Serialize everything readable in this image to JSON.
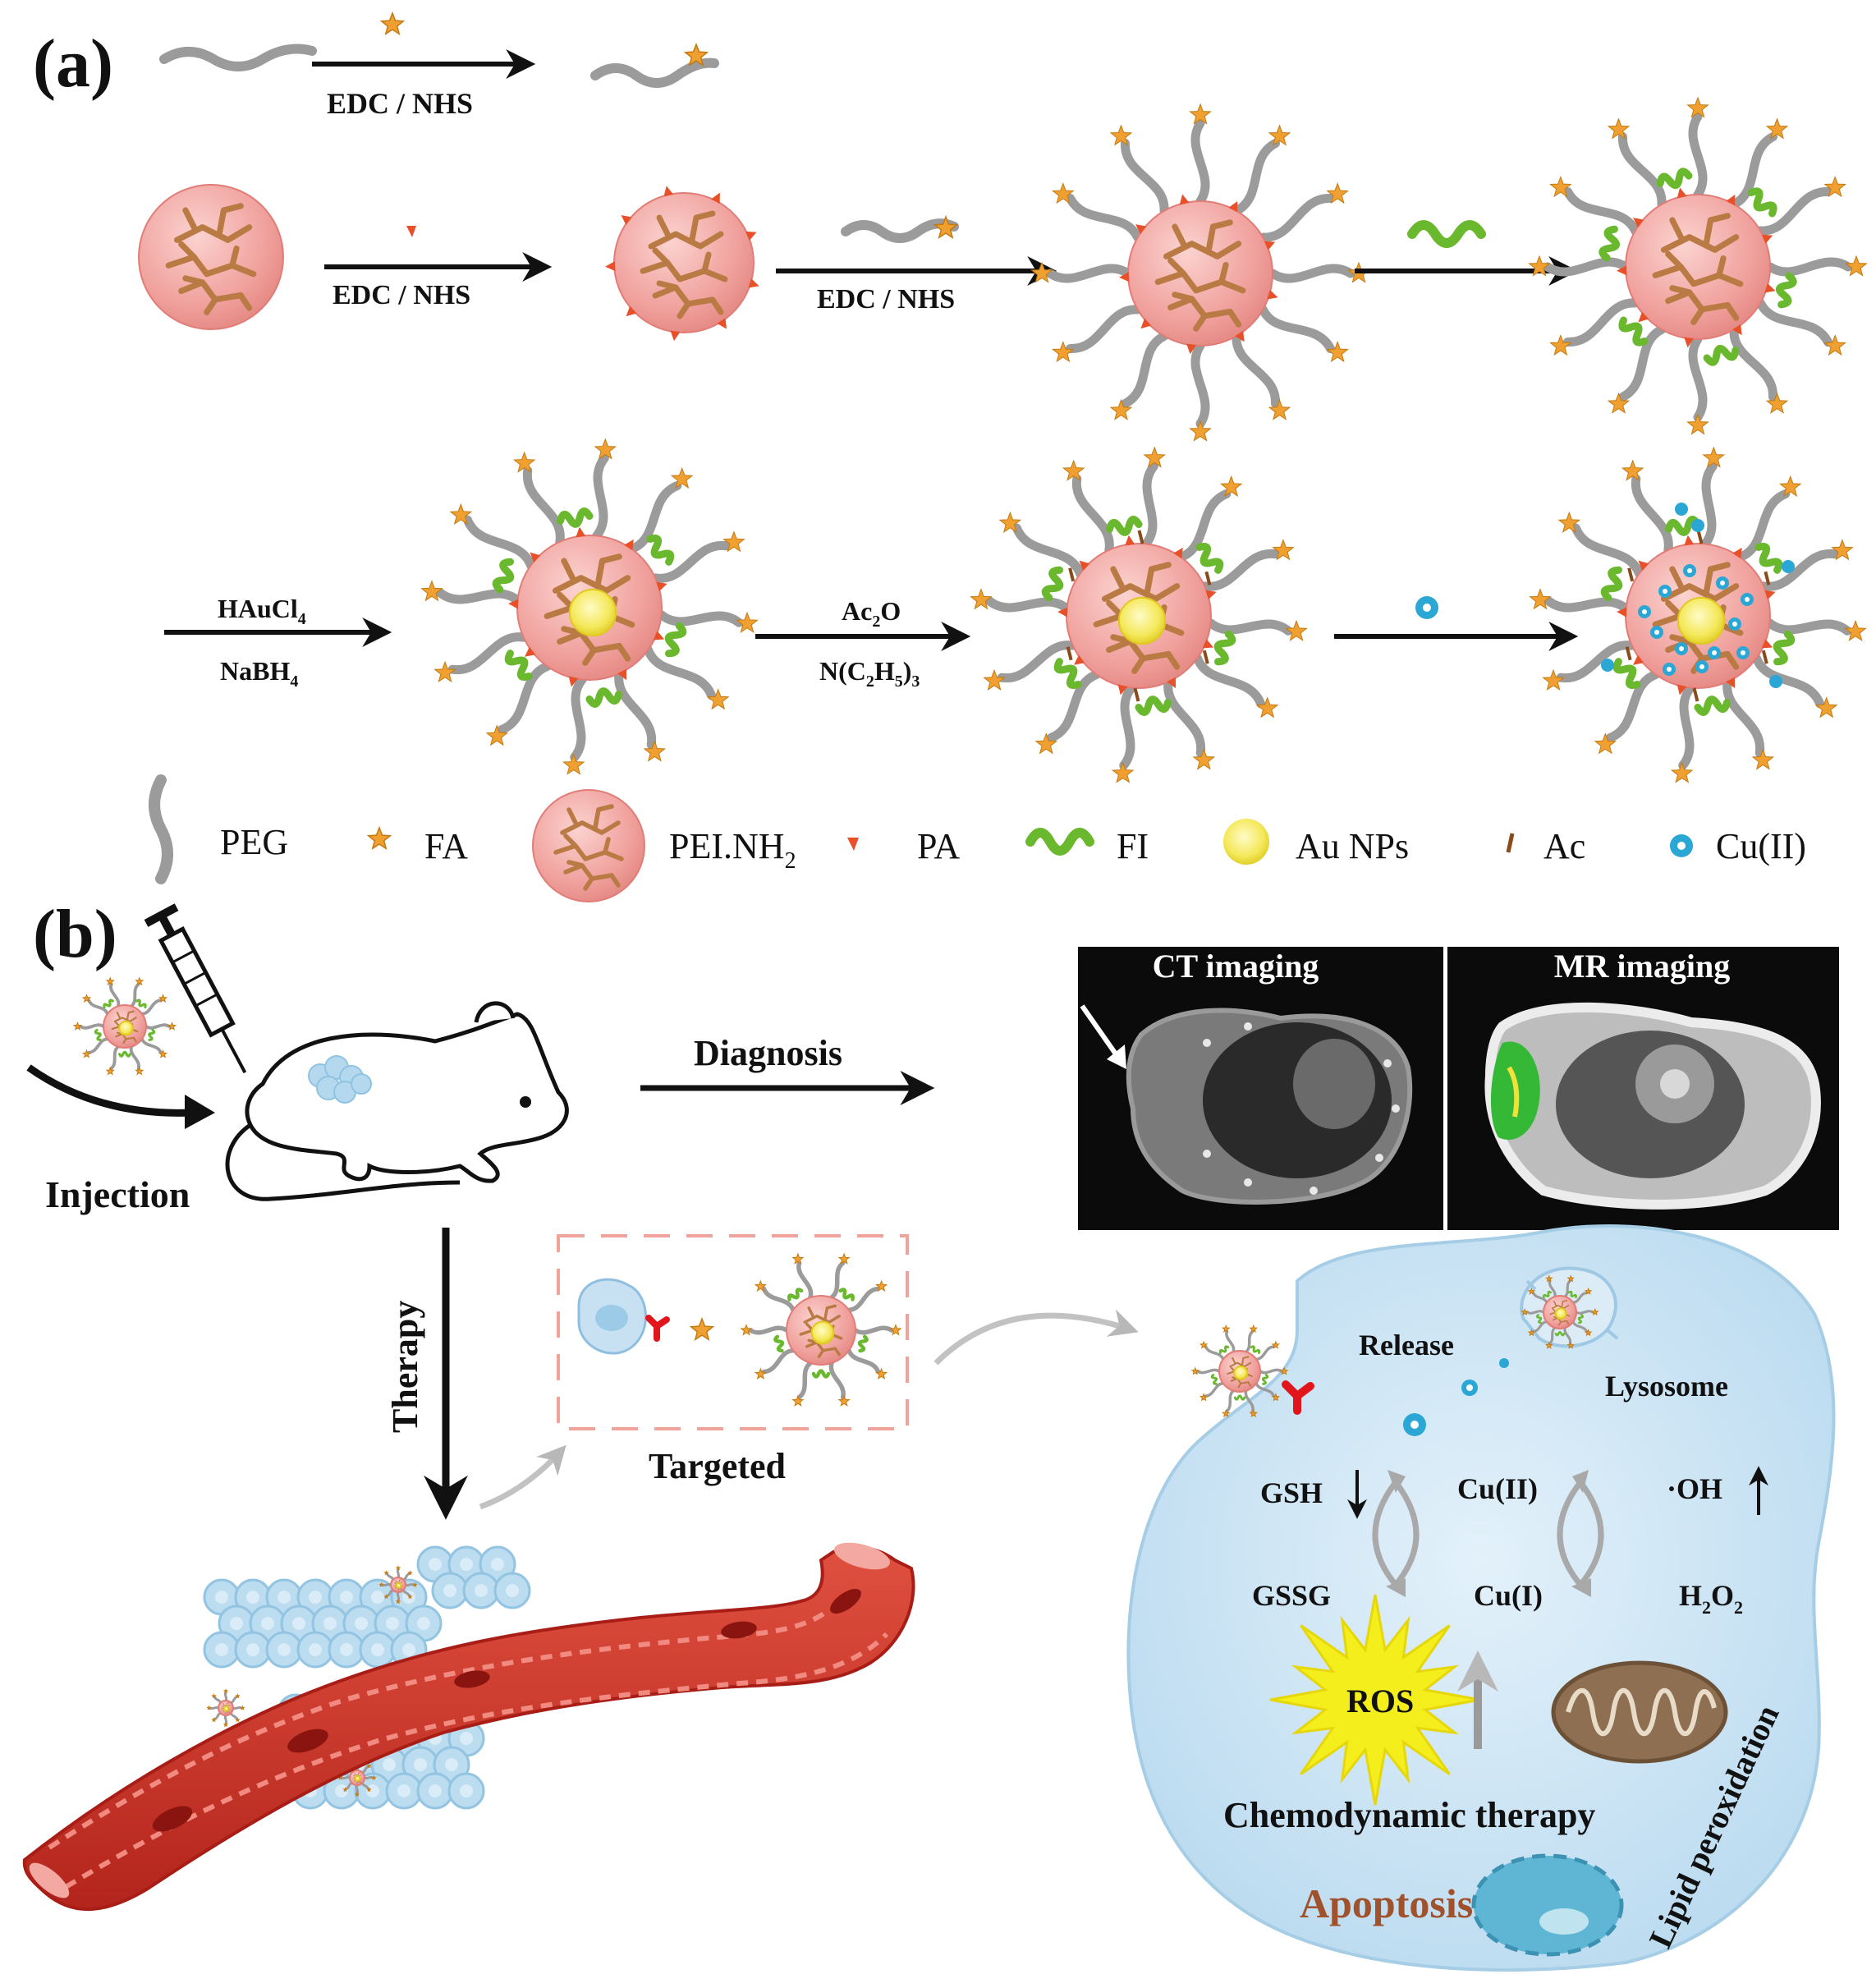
{
  "figure": {
    "panel_a_label": "(a)",
    "panel_b_label": "(b)"
  },
  "synthesis": {
    "step0_reagent": "EDC / NHS",
    "step1_reagent": "EDC / NHS",
    "step2_reagent": "EDC / NHS",
    "step4_top": "HAuCl",
    "step4_top_sub": "4",
    "step4_bottom": "NaBH",
    "step4_bottom_sub": "4",
    "step5_top": "Ac",
    "step5_top_sub": "2",
    "step5_top_rest": "O",
    "step5_bottom": "N(C",
    "step5_bottom_sub1": "2",
    "step5_bottom_mid": "H",
    "step5_bottom_sub2": "5",
    "step5_bottom_end": ")",
    "step5_bottom_sub3": "3"
  },
  "legend": {
    "peg": "PEG",
    "fa": "FA",
    "pei": "PEI.NH",
    "pei_sub": "2",
    "pa": "PA",
    "fi": "FI",
    "au": "Au NPs",
    "ac": "Ac",
    "cu": "Cu(II)"
  },
  "workflow": {
    "injection": "Injection",
    "diagnosis": "Diagnosis",
    "therapy": "Therapy",
    "targeted": "Targeted",
    "ct_title": "CT imaging",
    "mr_title": "MR imaging"
  },
  "cell": {
    "release": "Release",
    "lysosome": "Lysosome",
    "gsh": "GSH",
    "gssg": "GSSG",
    "cu2": "Cu(II)",
    "cu1": "Cu(I)",
    "oh": "·OH",
    "h2o2_a": "H",
    "h2o2_sub1": "2",
    "h2o2_b": "O",
    "h2o2_sub2": "2",
    "ros": "ROS",
    "cdt": "Chemodynamic therapy",
    "apoptosis": "Apoptosis",
    "lipid": "Lipid peroxidation"
  },
  "colors": {
    "core": "#f2a4a4",
    "dendrimer": "#b97a44",
    "peg": "#9b9b9b",
    "fa": "#f0a030",
    "pa": "#e8502a",
    "fi": "#6ab82e",
    "au": "#f4e85a",
    "ac": "#8b4a1a",
    "cu": "#2ba7d6",
    "cell": "#cfe6f4",
    "vessel": "#d2352b",
    "ros": "#f4ee1c",
    "apoptosis": "#a0522d"
  }
}
